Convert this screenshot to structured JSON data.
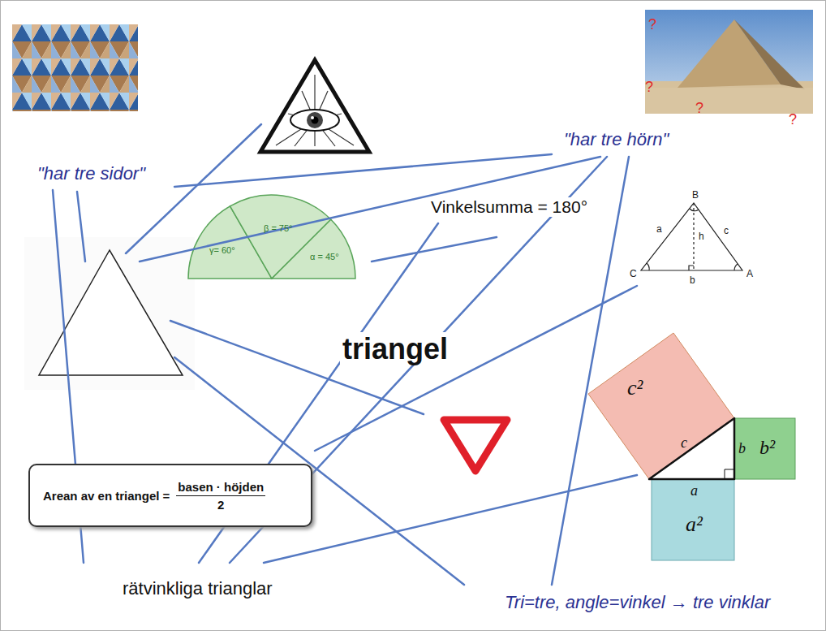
{
  "diagram": {
    "nodes": [
      {
        "text": [
          "Arean av en triangel =",
          "basen · höjden",
          "2"
        ]
      }
    ],
    "labels": [
      "\"har tre sidor\"",
      "\"har tre hörn\"",
      "Vinkelsumma = 180°",
      "triangel",
      "rätvinkliga trianglar",
      "Tri=tre, angle=vinkel → tre vinklar",
      "?",
      "?",
      "?",
      "?",
      "γ= 60°",
      "β = 75°",
      "α = 45°",
      "B",
      "a",
      "h",
      "c",
      "C",
      "b",
      "A",
      "c²",
      "c",
      "b",
      "b²",
      "a",
      "a²"
    ]
  }
}
